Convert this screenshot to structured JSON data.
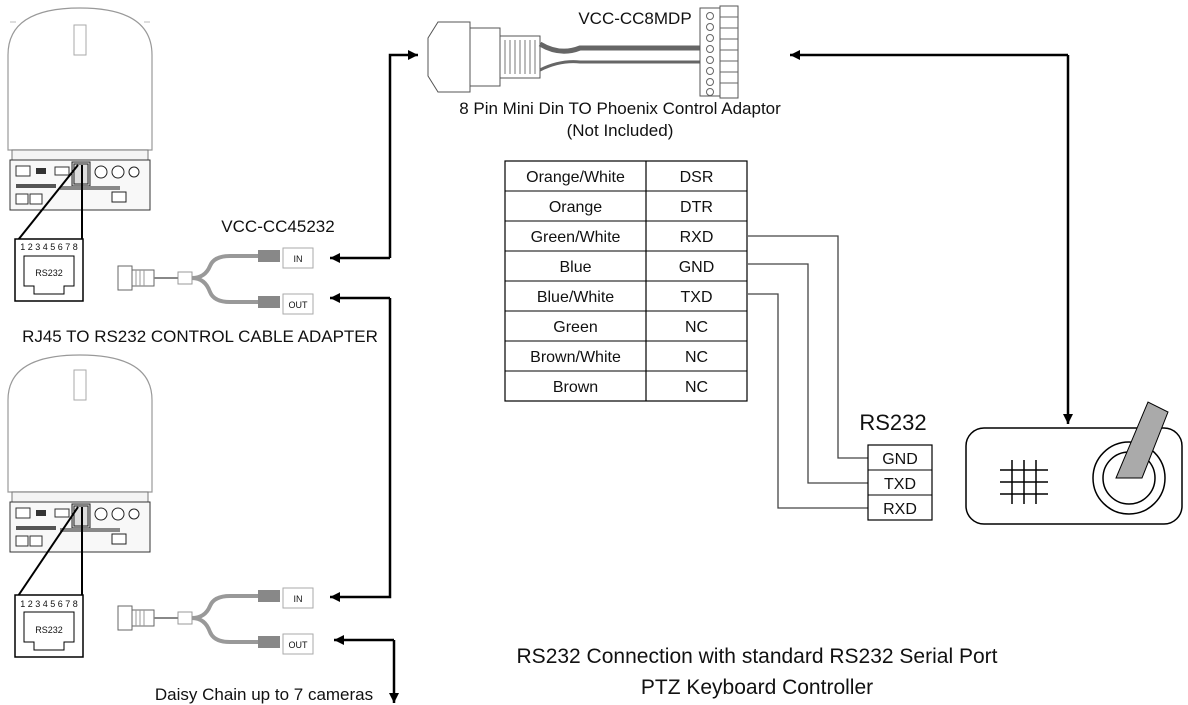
{
  "adaptor": {
    "model": "VCC-CC8MDP",
    "description": "8 Pin Mini Din TO Phoenix Control Adaptor",
    "note": "(Not Included)"
  },
  "cable": {
    "model": "VCC-CC45232",
    "description": "RJ45 TO RS232 CONTROL CABLE ADAPTER",
    "in_label": "IN",
    "out_label": "OUT"
  },
  "camera_port": {
    "pins": "1 2 3 4 5 6 7 8",
    "label": "RS232"
  },
  "pin_table": {
    "rows": [
      {
        "color": "Orange/White",
        "signal": "DSR"
      },
      {
        "color": "Orange",
        "signal": "DTR"
      },
      {
        "color": "Green/White",
        "signal": "RXD"
      },
      {
        "color": "Blue",
        "signal": "GND"
      },
      {
        "color": "Blue/White",
        "signal": "TXD"
      },
      {
        "color": "Green",
        "signal": "NC"
      },
      {
        "color": "Brown/White",
        "signal": "NC"
      },
      {
        "color": "Brown",
        "signal": "NC"
      }
    ]
  },
  "rs232_port": {
    "title": "RS232",
    "pins": [
      "GND",
      "TXD",
      "RXD"
    ]
  },
  "daisy_chain": "Daisy Chain up to 7 cameras",
  "footer": {
    "line1": "RS232 Connection with standard RS232 Serial Port",
    "line2": "PTZ Keyboard Controller"
  }
}
